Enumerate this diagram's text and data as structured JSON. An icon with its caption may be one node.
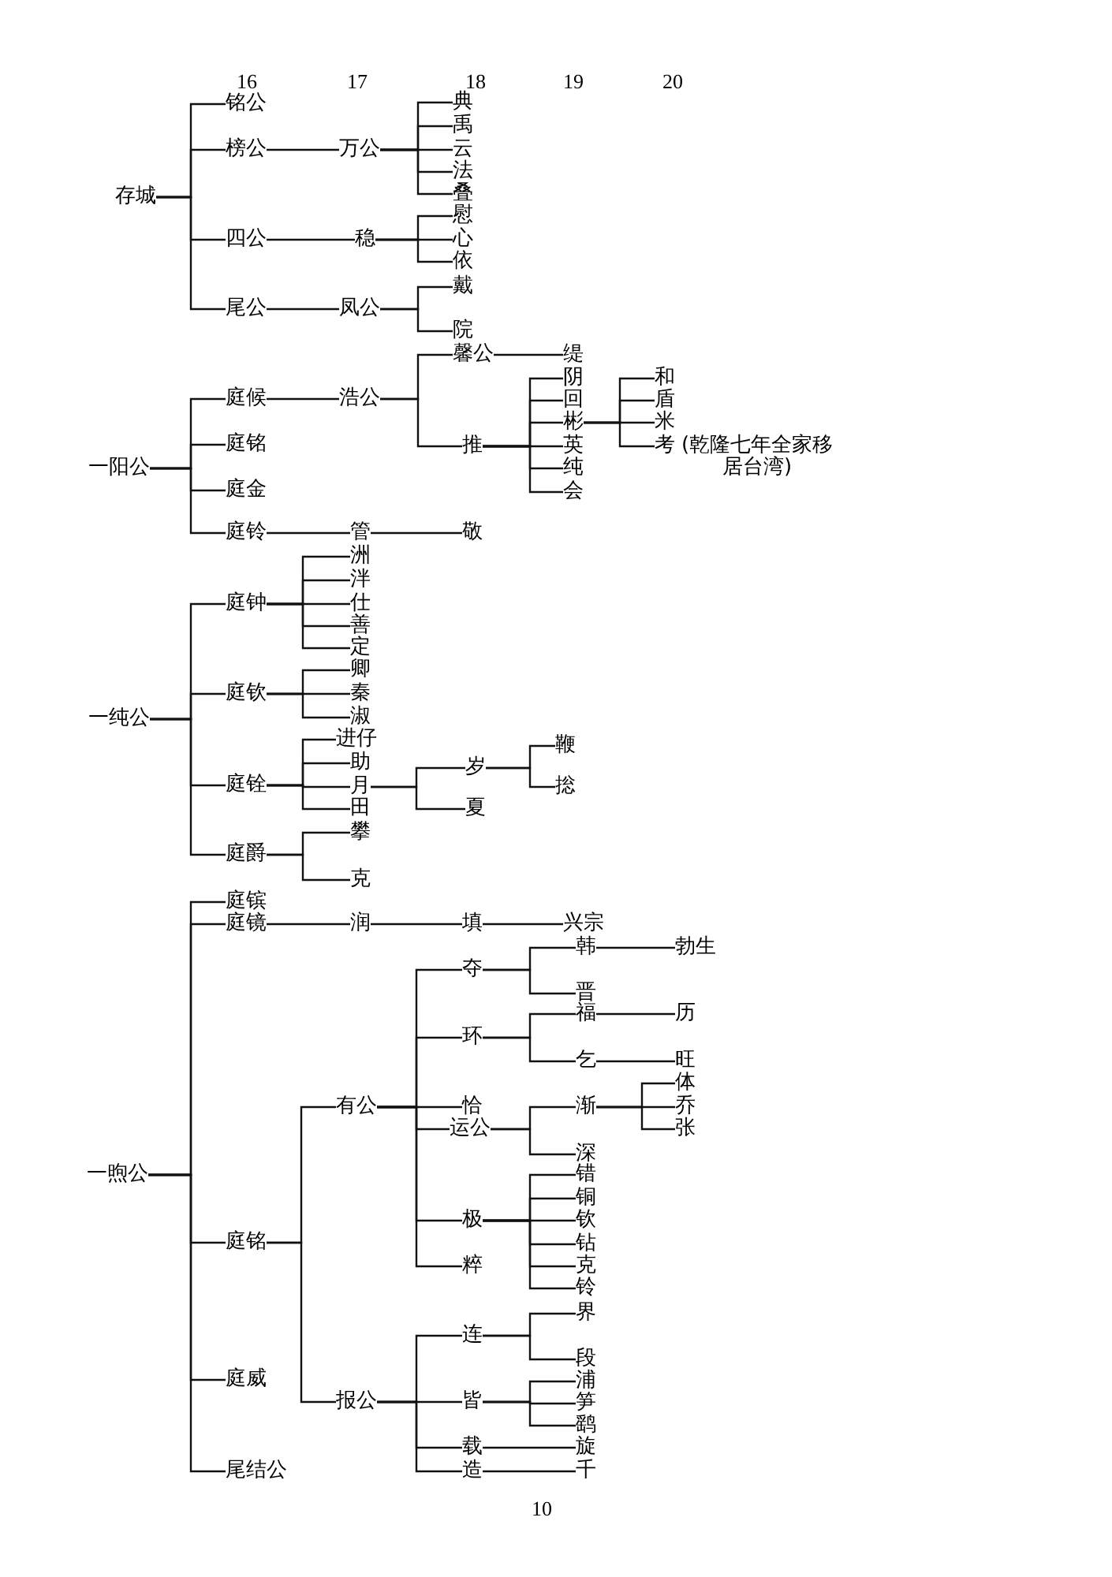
{
  "diagram": {
    "nodes": [
      {
        "text": [
          "存城"
        ]
      },
      {
        "text": [
          "铭公"
        ]
      },
      {
        "text": [
          "榜公"
        ]
      },
      {
        "text": [
          "万公"
        ]
      },
      {
        "text": [
          "典"
        ]
      },
      {
        "text": [
          "禹"
        ]
      },
      {
        "text": [
          "云"
        ]
      },
      {
        "text": [
          "法"
        ]
      },
      {
        "text": [
          "叠"
        ]
      },
      {
        "text": [
          "四公"
        ]
      },
      {
        "text": [
          "稳"
        ]
      },
      {
        "text": [
          "慰"
        ]
      },
      {
        "text": [
          "心"
        ]
      },
      {
        "text": [
          "依"
        ]
      },
      {
        "text": [
          "尾公"
        ]
      },
      {
        "text": [
          "凤公"
        ]
      },
      {
        "text": [
          "戴"
        ]
      },
      {
        "text": [
          "院"
        ]
      },
      {
        "text": [
          "一阳公"
        ]
      },
      {
        "text": [
          "庭候"
        ]
      },
      {
        "text": [
          "浩公"
        ]
      },
      {
        "text": [
          "馨公"
        ]
      },
      {
        "text": [
          "缇"
        ]
      },
      {
        "text": [
          "推"
        ]
      },
      {
        "text": [
          "阴"
        ]
      },
      {
        "text": [
          "回"
        ]
      },
      {
        "text": [
          "彬"
        ]
      },
      {
        "text": [
          "英"
        ]
      },
      {
        "text": [
          "纯"
        ]
      },
      {
        "text": [
          "会"
        ]
      },
      {
        "text": [
          "和"
        ]
      },
      {
        "text": [
          "盾"
        ]
      },
      {
        "text": [
          "米"
        ]
      },
      {
        "text": [
          "考"
        ],
        "beside": [
          "(乾隆七年全家移居台湾)"
        ]
      },
      {
        "text": [
          "庭铭"
        ]
      },
      {
        "text": [
          "庭金"
        ]
      },
      {
        "text": [
          "庭铃"
        ]
      },
      {
        "text": [
          "管"
        ]
      },
      {
        "text": [
          "敬"
        ]
      },
      {
        "text": [
          "一纯公"
        ]
      },
      {
        "text": [
          "庭钟"
        ]
      },
      {
        "text": [
          "洲"
        ]
      },
      {
        "text": [
          "泮"
        ]
      },
      {
        "text": [
          "仕"
        ]
      },
      {
        "text": [
          "善"
        ]
      },
      {
        "text": [
          "定"
        ]
      },
      {
        "text": [
          "庭钦"
        ]
      },
      {
        "text": [
          "卿"
        ]
      },
      {
        "text": [
          "秦"
        ]
      },
      {
        "text": [
          "淑"
        ]
      },
      {
        "text": [
          "庭铨"
        ]
      },
      {
        "text": [
          "进仔"
        ]
      },
      {
        "text": [
          "助"
        ]
      },
      {
        "text": [
          "月"
        ]
      },
      {
        "text": [
          "田"
        ]
      },
      {
        "text": [
          "岁"
        ]
      },
      {
        "text": [
          "鞭"
        ]
      },
      {
        "text": [
          "捴"
        ]
      },
      {
        "text": [
          "夏"
        ]
      },
      {
        "text": [
          "庭爵"
        ]
      },
      {
        "text": [
          "攀"
        ]
      },
      {
        "text": [
          "克"
        ]
      },
      {
        "text": [
          "一煦公"
        ]
      },
      {
        "text": [
          "庭镔"
        ]
      },
      {
        "text": [
          "庭镜"
        ]
      },
      {
        "text": [
          "润"
        ]
      },
      {
        "text": [
          "填"
        ]
      },
      {
        "text": [
          "兴宗"
        ]
      },
      {
        "text": [
          "庭铭"
        ]
      },
      {
        "text": [
          "有公"
        ]
      },
      {
        "text": [
          "夺"
        ]
      },
      {
        "text": [
          "韩"
        ]
      },
      {
        "text": [
          "勃生"
        ]
      },
      {
        "text": [
          "晋"
        ]
      },
      {
        "text": [
          "环"
        ]
      },
      {
        "text": [
          "福"
        ]
      },
      {
        "text": [
          "历"
        ]
      },
      {
        "text": [
          "乞"
        ]
      },
      {
        "text": [
          "旺"
        ]
      },
      {
        "text": [
          "恰"
        ]
      },
      {
        "text": [
          "运公"
        ]
      },
      {
        "text": [
          "渐"
        ]
      },
      {
        "text": [
          "体"
        ]
      },
      {
        "text": [
          "乔"
        ]
      },
      {
        "text": [
          "张"
        ]
      },
      {
        "text": [
          "深"
        ]
      },
      {
        "text": [
          "极"
        ]
      },
      {
        "text": [
          "错"
        ]
      },
      {
        "text": [
          "铜"
        ]
      },
      {
        "text": [
          "钦"
        ]
      },
      {
        "text": [
          "钻"
        ]
      },
      {
        "text": [
          "克"
        ]
      },
      {
        "text": [
          "铃"
        ]
      },
      {
        "text": [
          "粹"
        ]
      },
      {
        "text": [
          "报公"
        ]
      },
      {
        "text": [
          "连"
        ]
      },
      {
        "text": [
          "界"
        ]
      },
      {
        "text": [
          "段"
        ]
      },
      {
        "text": [
          "皆"
        ]
      },
      {
        "text": [
          "浦"
        ]
      },
      {
        "text": [
          "笋"
        ]
      },
      {
        "text": [
          "鹞"
        ]
      },
      {
        "text": [
          "载"
        ]
      },
      {
        "text": [
          "旋"
        ]
      },
      {
        "text": [
          "造"
        ]
      },
      {
        "text": [
          "千"
        ]
      },
      {
        "text": [
          "庭威"
        ]
      },
      {
        "text": [
          "尾结公"
        ]
      }
    ],
    "edges": [
      {
        "from": 0,
        "to": 1,
        "arrow": "none"
      },
      {
        "from": 0,
        "to": 2,
        "arrow": "none"
      },
      {
        "from": 0,
        "to": 9,
        "arrow": "none"
      },
      {
        "from": 0,
        "to": 14,
        "arrow": "none"
      },
      {
        "from": 2,
        "to": 3,
        "arrow": "none"
      },
      {
        "from": 3,
        "to": 4,
        "arrow": "none"
      },
      {
        "from": 3,
        "to": 5,
        "arrow": "none"
      },
      {
        "from": 3,
        "to": 6,
        "arrow": "none"
      },
      {
        "from": 3,
        "to": 7,
        "arrow": "none"
      },
      {
        "from": 3,
        "to": 8,
        "arrow": "none"
      },
      {
        "from": 9,
        "to": 10,
        "arrow": "none"
      },
      {
        "from": 10,
        "to": 11,
        "arrow": "none"
      },
      {
        "from": 10,
        "to": 12,
        "arrow": "none"
      },
      {
        "from": 10,
        "to": 13,
        "arrow": "none"
      },
      {
        "from": 14,
        "to": 15,
        "arrow": "none"
      },
      {
        "from": 15,
        "to": 16,
        "arrow": "none"
      },
      {
        "from": 15,
        "to": 17,
        "arrow": "none"
      },
      {
        "from": 18,
        "to": 19,
        "arrow": "none"
      },
      {
        "from": 18,
        "to": 34,
        "arrow": "none"
      },
      {
        "from": 18,
        "to": 35,
        "arrow": "none"
      },
      {
        "from": 18,
        "to": 36,
        "arrow": "none"
      },
      {
        "from": 19,
        "to": 20,
        "arrow": "none"
      },
      {
        "from": 20,
        "to": 21,
        "arrow": "none"
      },
      {
        "from": 20,
        "to": 23,
        "arrow": "none"
      },
      {
        "from": 21,
        "to": 22,
        "arrow": "none"
      },
      {
        "from": 23,
        "to": 24,
        "arrow": "none"
      },
      {
        "from": 23,
        "to": 25,
        "arrow": "none"
      },
      {
        "from": 23,
        "to": 26,
        "arrow": "none"
      },
      {
        "from": 23,
        "to": 27,
        "arrow": "none"
      },
      {
        "from": 23,
        "to": 28,
        "arrow": "none"
      },
      {
        "from": 23,
        "to": 29,
        "arrow": "none"
      },
      {
        "from": 26,
        "to": 30,
        "arrow": "none"
      },
      {
        "from": 26,
        "to": 31,
        "arrow": "none"
      },
      {
        "from": 26,
        "to": 32,
        "arrow": "none"
      },
      {
        "from": 26,
        "to": 33,
        "arrow": "none"
      },
      {
        "from": 36,
        "to": 37,
        "arrow": "none"
      },
      {
        "from": 37,
        "to": 38,
        "arrow": "none"
      },
      {
        "from": 39,
        "to": 40,
        "arrow": "none"
      },
      {
        "from": 39,
        "to": 46,
        "arrow": "none"
      },
      {
        "from": 39,
        "to": 50,
        "arrow": "none"
      },
      {
        "from": 39,
        "to": 59,
        "arrow": "none"
      },
      {
        "from": 40,
        "to": 41,
        "arrow": "none"
      },
      {
        "from": 40,
        "to": 42,
        "arrow": "none"
      },
      {
        "from": 40,
        "to": 43,
        "arrow": "none"
      },
      {
        "from": 40,
        "to": 44,
        "arrow": "none"
      },
      {
        "from": 40,
        "to": 45,
        "arrow": "none"
      },
      {
        "from": 46,
        "to": 47,
        "arrow": "none"
      },
      {
        "from": 46,
        "to": 48,
        "arrow": "none"
      },
      {
        "from": 46,
        "to": 49,
        "arrow": "none"
      },
      {
        "from": 50,
        "to": 51,
        "arrow": "none"
      },
      {
        "from": 50,
        "to": 52,
        "arrow": "none"
      },
      {
        "from": 50,
        "to": 53,
        "arrow": "none"
      },
      {
        "from": 50,
        "to": 54,
        "arrow": "none"
      },
      {
        "from": 53,
        "to": 55,
        "arrow": "none"
      },
      {
        "from": 53,
        "to": 58,
        "arrow": "none"
      },
      {
        "from": 55,
        "to": 56,
        "arrow": "none"
      },
      {
        "from": 55,
        "to": 57,
        "arrow": "none"
      },
      {
        "from": 59,
        "to": 60,
        "arrow": "none"
      },
      {
        "from": 59,
        "to": 61,
        "arrow": "none"
      },
      {
        "from": 62,
        "to": 63,
        "arrow": "none"
      },
      {
        "from": 62,
        "to": 64,
        "arrow": "none"
      },
      {
        "from": 62,
        "to": 68,
        "arrow": "none"
      },
      {
        "from": 62,
        "to": 106,
        "arrow": "none"
      },
      {
        "from": 62,
        "to": 107,
        "arrow": "none"
      },
      {
        "from": 64,
        "to": 65,
        "arrow": "none"
      },
      {
        "from": 65,
        "to": 66,
        "arrow": "none"
      },
      {
        "from": 66,
        "to": 67,
        "arrow": "none"
      },
      {
        "from": 68,
        "to": 69,
        "arrow": "none"
      },
      {
        "from": 68,
        "to": 94,
        "arrow": "none"
      },
      {
        "from": 69,
        "to": 70,
        "arrow": "none"
      },
      {
        "from": 69,
        "to": 74,
        "arrow": "none"
      },
      {
        "from": 69,
        "to": 79,
        "arrow": "none"
      },
      {
        "from": 69,
        "to": 80,
        "arrow": "none"
      },
      {
        "from": 69,
        "to": 86,
        "arrow": "none"
      },
      {
        "from": 69,
        "to": 93,
        "arrow": "none"
      },
      {
        "from": 70,
        "to": 71,
        "arrow": "none"
      },
      {
        "from": 70,
        "to": 73,
        "arrow": "none"
      },
      {
        "from": 71,
        "to": 72,
        "arrow": "none"
      },
      {
        "from": 74,
        "to": 75,
        "arrow": "none"
      },
      {
        "from": 74,
        "to": 77,
        "arrow": "none"
      },
      {
        "from": 75,
        "to": 76,
        "arrow": "none"
      },
      {
        "from": 77,
        "to": 78,
        "arrow": "none"
      },
      {
        "from": 80,
        "to": 81,
        "arrow": "none"
      },
      {
        "from": 80,
        "to": 85,
        "arrow": "none"
      },
      {
        "from": 81,
        "to": 82,
        "arrow": "none"
      },
      {
        "from": 81,
        "to": 83,
        "arrow": "none"
      },
      {
        "from": 81,
        "to": 84,
        "arrow": "none"
      },
      {
        "from": 86,
        "to": 87,
        "arrow": "none"
      },
      {
        "from": 86,
        "to": 88,
        "arrow": "none"
      },
      {
        "from": 86,
        "to": 89,
        "arrow": "none"
      },
      {
        "from": 86,
        "to": 90,
        "arrow": "none"
      },
      {
        "from": 86,
        "to": 91,
        "arrow": "none"
      },
      {
        "from": 86,
        "to": 92,
        "arrow": "none"
      },
      {
        "from": 94,
        "to": 95,
        "arrow": "none"
      },
      {
        "from": 94,
        "to": 98,
        "arrow": "none"
      },
      {
        "from": 94,
        "to": 102,
        "arrow": "none"
      },
      {
        "from": 94,
        "to": 104,
        "arrow": "none"
      },
      {
        "from": 95,
        "to": 96,
        "arrow": "none"
      },
      {
        "from": 95,
        "to": 97,
        "arrow": "none"
      },
      {
        "from": 98,
        "to": 99,
        "arrow": "none"
      },
      {
        "from": 98,
        "to": 100,
        "arrow": "none"
      },
      {
        "from": 98,
        "to": 101,
        "arrow": "none"
      },
      {
        "from": 102,
        "to": 103,
        "arrow": "none"
      },
      {
        "from": 104,
        "to": 105,
        "arrow": "none"
      }
    ],
    "labels": [
      "16",
      "17",
      "18",
      "19",
      "20",
      "10"
    ]
  }
}
